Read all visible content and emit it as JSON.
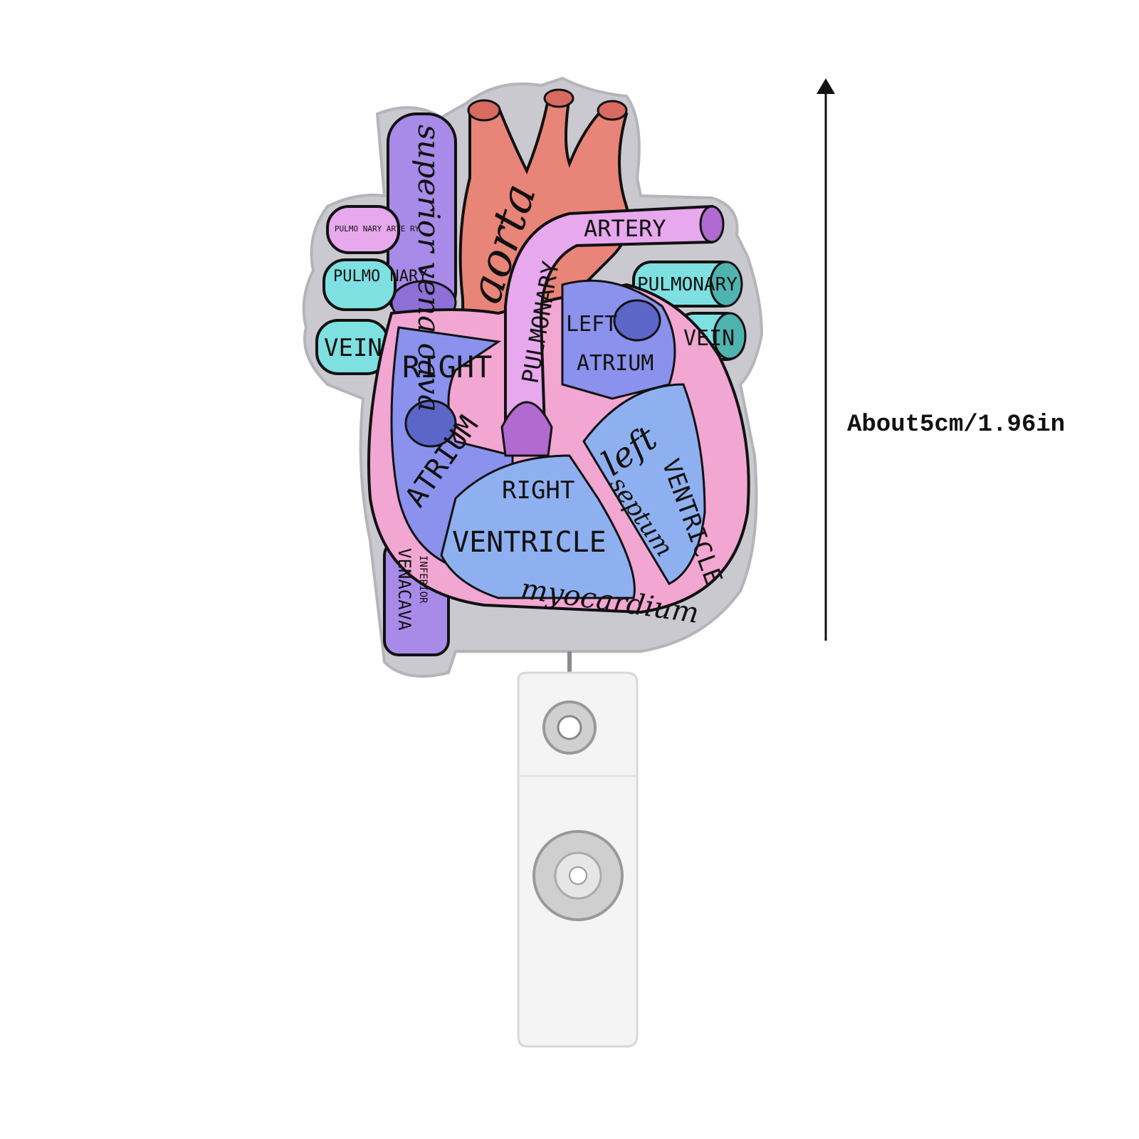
{
  "product": {
    "type": "retractable badge reel",
    "size_label": "About5cm/1.96in"
  },
  "heart_labels": {
    "aorta": "aorta",
    "superior_vena_cava": "superior vena cava",
    "pulmonary_artery_small": "PULMO NARY ARTE RY",
    "pulmonary_vein_left_1": "PULMO NARY",
    "pulmonary_vein_left_2": "VEIN",
    "pulmonary_artery": "PULMONARY",
    "artery": "ARTERY",
    "pulmonary_vein_right_1": "PULMONARY",
    "pulmonary_vein_right_2": "VEIN",
    "left_atrium_1": "LEFT",
    "left_atrium_2": "ATRIUM",
    "right_atrium_1": "RIGHT",
    "right_atrium_2": "ATRIUM",
    "right_ventricle_1": "RIGHT",
    "right_ventricle_2": "VENTRICLE",
    "left_ventricle_1": "left",
    "left_ventricle_2": "VENTRICLE",
    "septum": "septum",
    "myocardium": "myocardium",
    "inferior_vena_cava_1": "INFERIOR",
    "inferior_vena_cava_2": "VENACAVA"
  },
  "colors": {
    "glitter_border": "#c9c9cf",
    "aorta": "#e98478",
    "vena_cava": "#a88ae8",
    "pulmonary_artery": "#e7a8ee",
    "pulmonary_vein": "#7ee0e0",
    "atrium": "#8a92ee",
    "ventricle": "#8fb0f0",
    "myocardium": "#f2a6d2"
  }
}
